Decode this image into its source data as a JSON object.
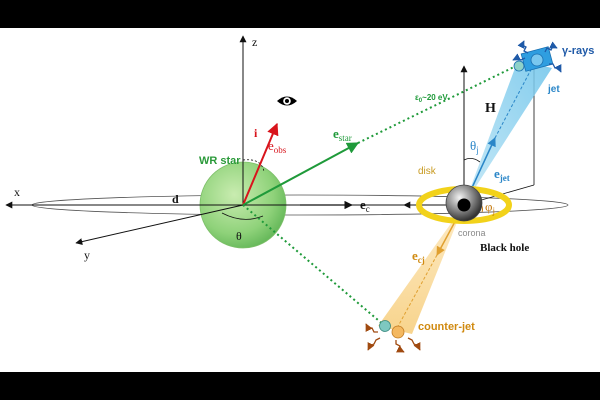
{
  "labels": {
    "z": "z",
    "x": "x",
    "y": "y",
    "i": "i",
    "e_obs_base": "e",
    "e_obs_sub": "obs",
    "wr_star": "WR star",
    "d": "d",
    "theta": "θ",
    "e_star_base": "e",
    "e_star_sub": "star",
    "e_c_base": "e",
    "e_c_sub": "c",
    "eps": "ε",
    "eps_sub": "0",
    "eps_value": "~20 eV",
    "H": "H",
    "theta_j_base": "θ",
    "theta_j_sub": "j",
    "e_jet_base": "e",
    "e_jet_sub": "jet",
    "disk": "disk",
    "phi_j_base": "φ",
    "phi_j_sub": "j",
    "corona": "corona",
    "black_hole": "Black hole",
    "e_cj_base": "e",
    "e_cj_sub": "cj",
    "counter_jet": "counter-jet",
    "gamma_rays": "γ-rays",
    "jet": "jet"
  },
  "colors": {
    "obs_vector": "#d8141c",
    "star_vector": "#1f9a3a",
    "wr_star_text": "#2b9a3a",
    "jet": "#2a86c8",
    "gamma_text": "#1f5aa8",
    "counter_jet": "#e0a030",
    "counter_jet_text": "#d08a10",
    "dotted_line": "#1f9a3a",
    "phi_text": "#c47a10",
    "eye": "#000000"
  },
  "icons": {
    "observer": "eye-icon",
    "gamma_photon": "wavy-arrow-icon"
  }
}
